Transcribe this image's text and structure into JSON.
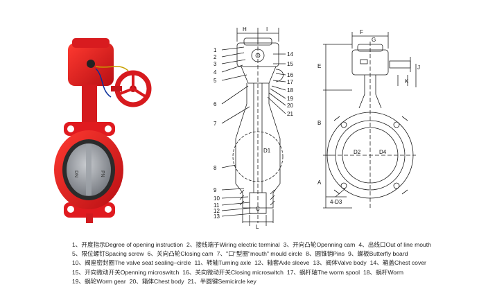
{
  "parts": [
    {
      "no": "1",
      "label": "开度指示Degree of opening instruction"
    },
    {
      "no": "2",
      "label": "接线端子Wiring electric terminal"
    },
    {
      "no": "3",
      "label": "开向凸轮Openning cam"
    },
    {
      "no": "4",
      "label": "出线口Out of line mouth"
    },
    {
      "no": "5",
      "label": "限位螺钉Spacing screw"
    },
    {
      "no": "6",
      "label": "关向凸轮Closing cam"
    },
    {
      "no": "7",
      "label": "\"口\"型圈\"mouth\" mould circle"
    },
    {
      "no": "8",
      "label": "圆锥销Pins"
    },
    {
      "no": "9",
      "label": "蝶板Butterfly board"
    },
    {
      "no": "10",
      "label": "阀座密封圈The valve seat sealing–circle"
    },
    {
      "no": "11",
      "label": "转轴Turning axle"
    },
    {
      "no": "12",
      "label": "轴套Axle sleeve"
    },
    {
      "no": "13",
      "label": "阀体Valve body"
    },
    {
      "no": "14",
      "label": "箱盖Chest cover"
    },
    {
      "no": "15",
      "label": "开向微动开关Openning microswitch"
    },
    {
      "no": "16",
      "label": "关向微动开关Closing microswitch"
    },
    {
      "no": "17",
      "label": "蜗杆轴The worm spool"
    },
    {
      "no": "18",
      "label": "蜗杆Worm"
    },
    {
      "no": "19",
      "label": "蜗轮Worm gear"
    },
    {
      "no": "20",
      "label": "箱体Chest body"
    },
    {
      "no": "21",
      "label": "半圆键Semicircle key"
    }
  ],
  "legend_rows": [
    [
      0,
      1,
      2,
      3
    ],
    [
      4,
      5,
      6,
      7,
      8
    ],
    [
      9,
      10,
      11,
      12,
      13
    ],
    [
      14,
      15,
      16,
      17
    ],
    [
      18,
      19,
      20
    ]
  ],
  "section_callouts_left": [
    "1",
    "2",
    "3",
    "4",
    "5",
    "6",
    "7",
    "8",
    "9",
    "10",
    "11",
    "12",
    "13"
  ],
  "section_callouts_right": [
    "14",
    "15",
    "16",
    "17",
    "18",
    "19",
    "20",
    "21"
  ],
  "section_dims": {
    "top_left": "H",
    "top_right": "I",
    "bottom_c": "C",
    "bottom_l": "L",
    "diameter": "D1"
  },
  "elevation_dims": {
    "width": "F",
    "gear_width": "G",
    "height_e": "E",
    "height_b": "B",
    "height_a": "A",
    "side_j": "J",
    "side_k": "K",
    "d2": "D2",
    "d4": "D4",
    "holes": "4-D3"
  },
  "photo_marks": {
    "face_left": "DN",
    "face_right": "PN"
  },
  "colors": {
    "valve_red": "#e01a1f",
    "line": "#1a1a1a",
    "disc": "#8d9197"
  }
}
